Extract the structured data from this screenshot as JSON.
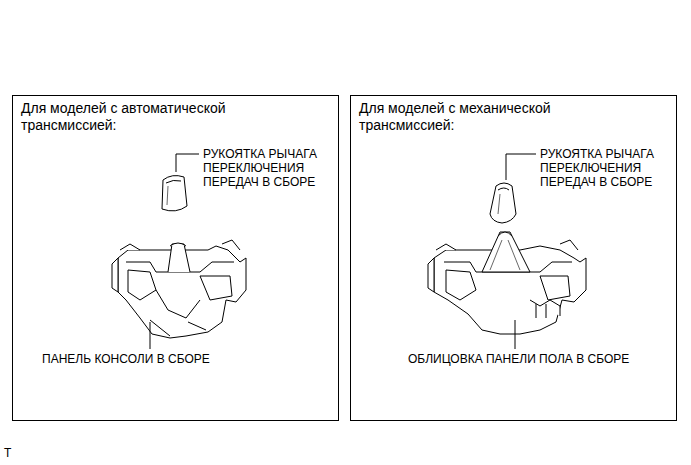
{
  "diagram": {
    "nodes": [
      {
        "text": [
          "Для моделей с автоматической трансмиссией:"
        ]
      },
      {
        "text": [
          "Для моделей с механической трансмиссией:"
        ]
      }
    ],
    "labels": [
      "РУКОЯТКА РЫЧАГА ПЕРЕКЛЮЧЕНИЯ ПЕРЕДАЧ В СБОРЕ",
      "ПАНЕЛЬ КОНСОЛИ В СБОРЕ",
      "РУКОЯТКА РЫЧАГА ПЕРЕКЛЮЧЕНИЯ ПЕРЕДАЧ В СБОРЕ",
      "ОБЛИЦОВКА ПАНЕЛИ ПОЛА В СБОРЕ",
      "T"
    ]
  }
}
